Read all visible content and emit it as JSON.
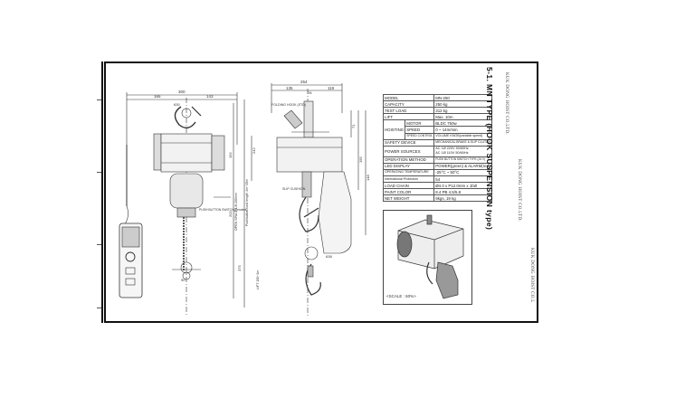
{
  "sheet": {
    "title": "5-1. MN TYPE (HOOK SUSPENSION type)",
    "side_labels": [
      "KUK DONG HOIST CO.LTD.",
      "KUK DONG HOIST CO.LTD.",
      "KUK DONG HOIST CO.L"
    ],
    "scale_label": "<SCALE : 60%>"
  },
  "front_view": {
    "dims_top": [
      "300",
      "165",
      "143"
    ],
    "dims_side": [
      "242",
      "375",
      "192",
      "202"
    ],
    "dims_bottom": [
      "90"
    ],
    "vertical_labels": [
      "Pushbutton cord length 4m~15m",
      "OPEN SPACE Lift 200mm",
      "LIFT 150~3m"
    ],
    "callouts": [
      "630",
      "PUSH BUTTON SWITCH(Pendent)"
    ]
  },
  "side_view": {
    "dims_top": [
      "254",
      "135",
      "78",
      "119"
    ],
    "dims_side": [
      "71",
      "195",
      "148"
    ],
    "callouts": [
      "FOLDING HOOK (STD)",
      "SLIP CUSHION",
      "638"
    ]
  },
  "specs": [
    {
      "label": "MODEL",
      "value": "MN-250"
    },
    {
      "label": "CAPACITY",
      "value": "250 kg"
    },
    {
      "label": "TEST LOAD",
      "value": "312 kg"
    },
    {
      "label": "LIFT",
      "value": "Max. 10m"
    },
    {
      "group": "HOISTING",
      "label": "MOTOR",
      "value": "BLDC 750w"
    },
    {
      "group": "",
      "label": "SPEED",
      "value": "0 ~ 14m/min"
    },
    {
      "group": "",
      "label": "SPEED CONTROL",
      "value": "VOLUME KNOB(variable speed)"
    },
    {
      "label": "SAFETY DEVICE",
      "value": "MECHANICAL BRAKE & SLIP CLUTCH"
    },
    {
      "label": "POWER SOURCES",
      "value": "AC 1Ø 220V 50/60Hz",
      "value2": "AC 1Ø 110V 50/60Hz"
    },
    {
      "label": "OPERATION METHOD",
      "value": "PUSH BUTTON SWITCH TYPE (24 V)"
    },
    {
      "label": "LED DISPLAY",
      "value": "POWER(green) & ALARM(red)"
    },
    {
      "label": "OPERATING TEMPERATURE",
      "value": "-25°C ~ 50°C"
    },
    {
      "label": "International Protection",
      "value": "54"
    },
    {
      "label": "LOAD CHAIN",
      "value": "Ø4.0 x P12.0mm x 1fall"
    },
    {
      "label": "PAINT COLOR",
      "value": "8.4 PB 4.5/5.8"
    },
    {
      "label": "NET WEIGHT",
      "value": "9kgs, 19 kg"
    }
  ]
}
